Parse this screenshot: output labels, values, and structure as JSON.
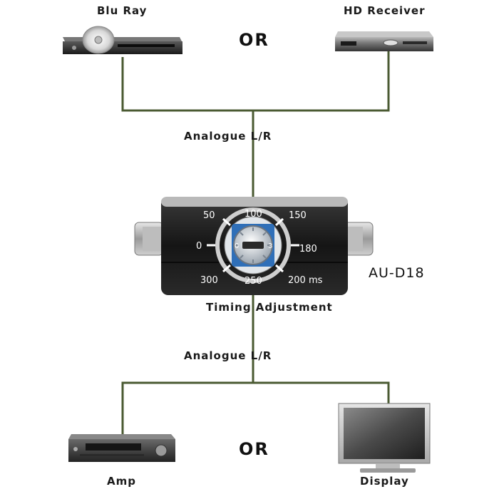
{
  "sources": [
    {
      "label": "Blu Ray",
      "icon": "blu-ray-player-icon"
    },
    {
      "label": "HD Receiver",
      "icon": "hd-receiver-icon"
    }
  ],
  "sinks": [
    {
      "label": "Amp",
      "icon": "amplifier-icon"
    },
    {
      "label": "Display",
      "icon": "display-icon"
    }
  ],
  "or_top": "OR",
  "or_bottom": "OR",
  "signal_in": "Analogue  L/R",
  "signal_out": "Analogue  L/R",
  "device": {
    "model": "AU-D18",
    "caption": "Timing  Adjustment",
    "dial_labels": [
      "50",
      "100",
      "150",
      "0",
      "180",
      "300",
      "250",
      "200 ms"
    ],
    "knob_marks": [
      "0",
      "3"
    ]
  },
  "colors": {
    "wire": "#4a5a32",
    "device_body": "#1c1c1c",
    "dial_accent": "#2f6fb8"
  }
}
